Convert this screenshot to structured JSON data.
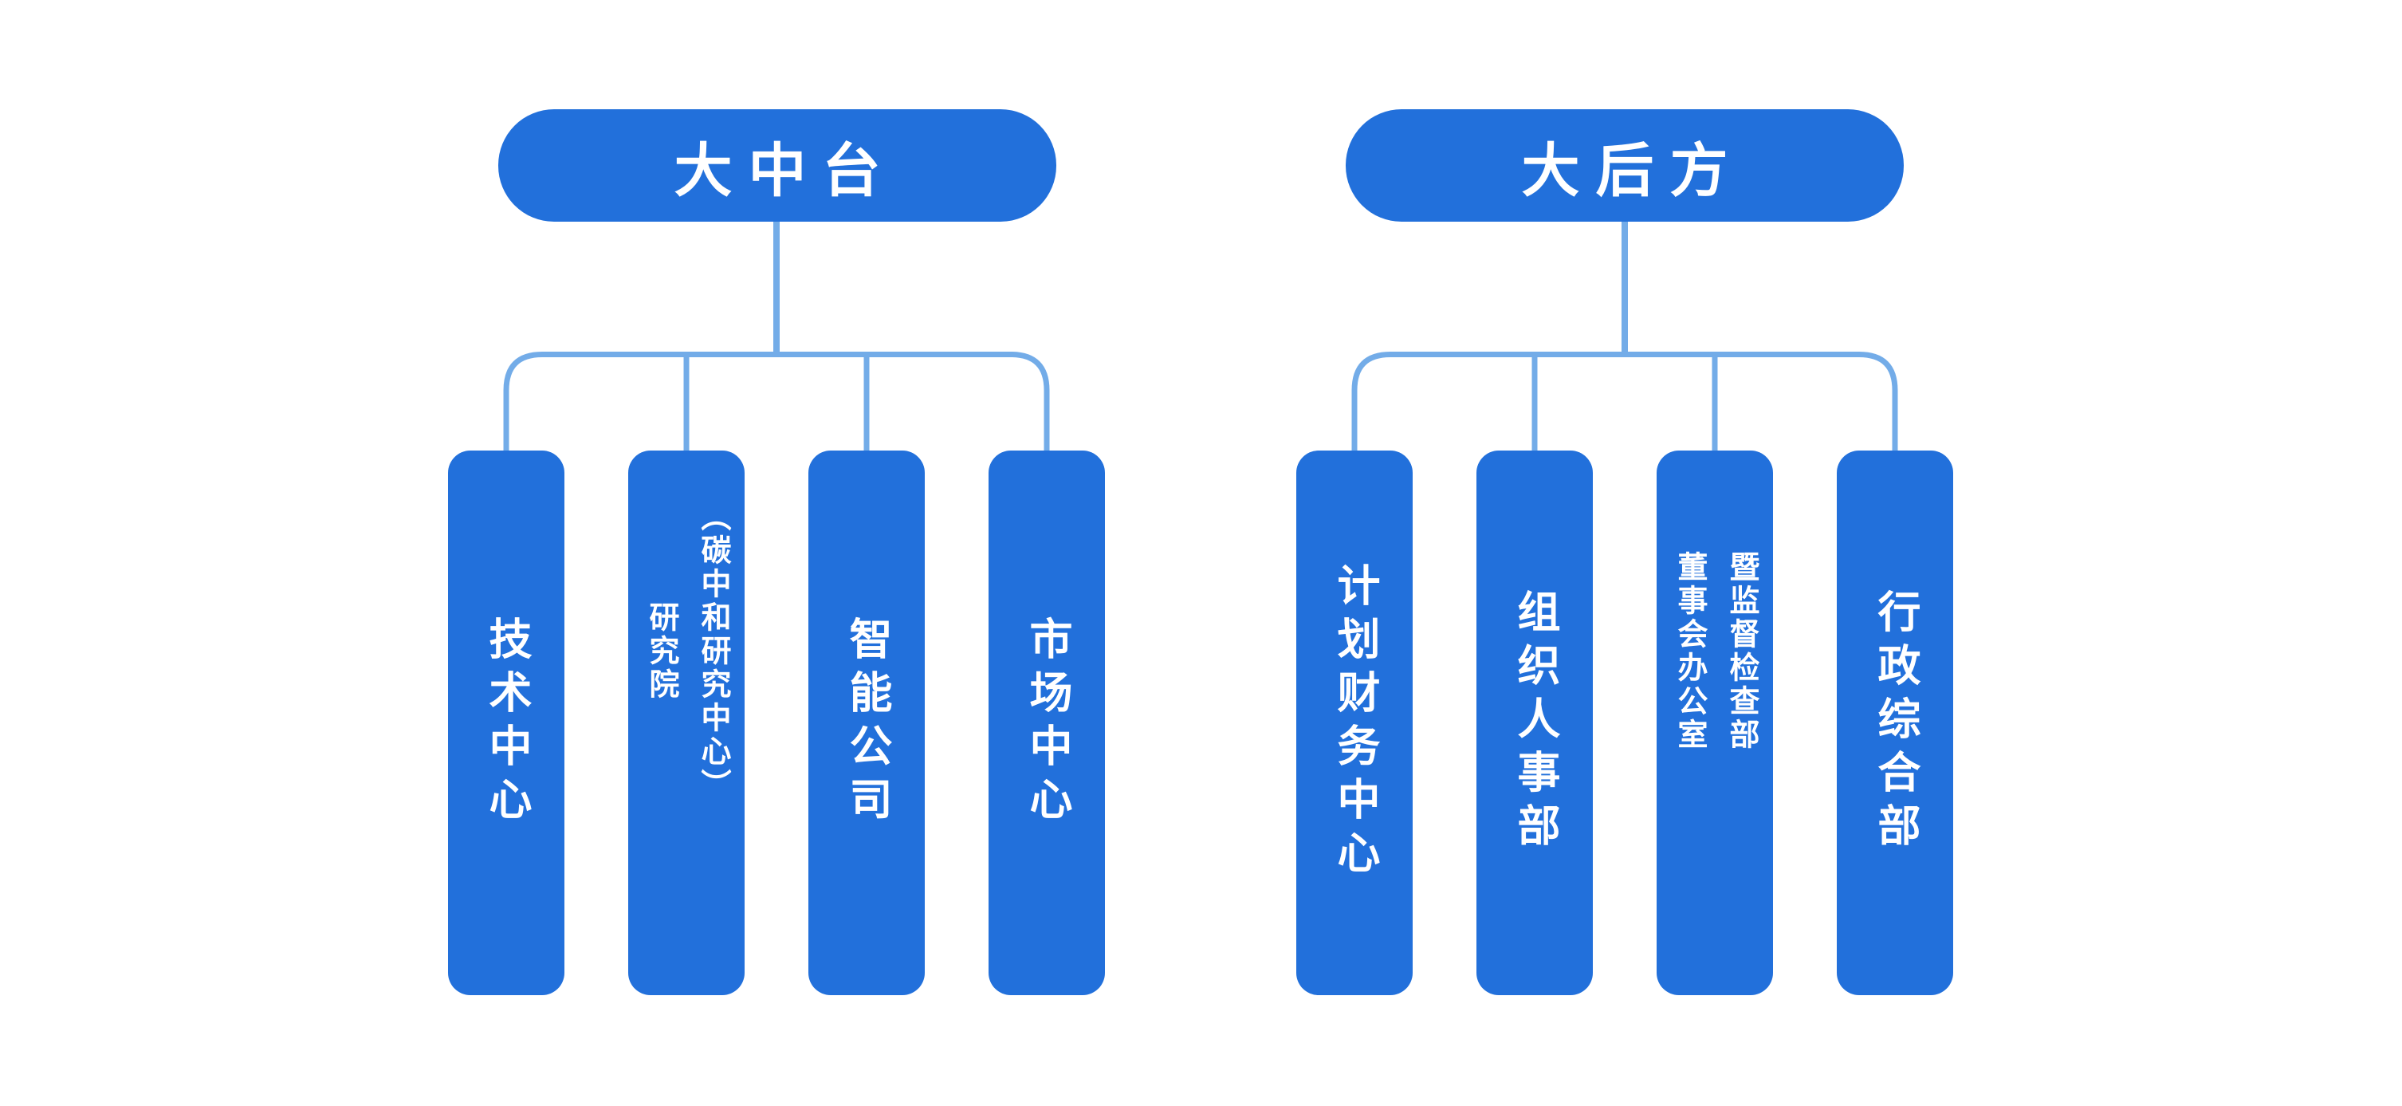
{
  "diagram": {
    "type": "org-chart",
    "background": "#FFFFFF",
    "colors": {
      "node_fill": "#2270DB",
      "connector_line": "#73ACE8",
      "node_text": "#FFFFFF"
    },
    "groups": [
      {
        "parent": {
          "label": "大中台"
        },
        "children": [
          {
            "label": "技术中心"
          },
          {
            "label": "研究院\n（碳中和研究中心）"
          },
          {
            "label": "智能公司"
          },
          {
            "label": "市场中心"
          }
        ]
      },
      {
        "parent": {
          "label": "大后方"
        },
        "children": [
          {
            "label": "计划财务中心"
          },
          {
            "label": "组织人事部"
          },
          {
            "label": "董事会办公室\n暨监督检查部"
          },
          {
            "label": "行政综合部"
          }
        ]
      }
    ]
  }
}
